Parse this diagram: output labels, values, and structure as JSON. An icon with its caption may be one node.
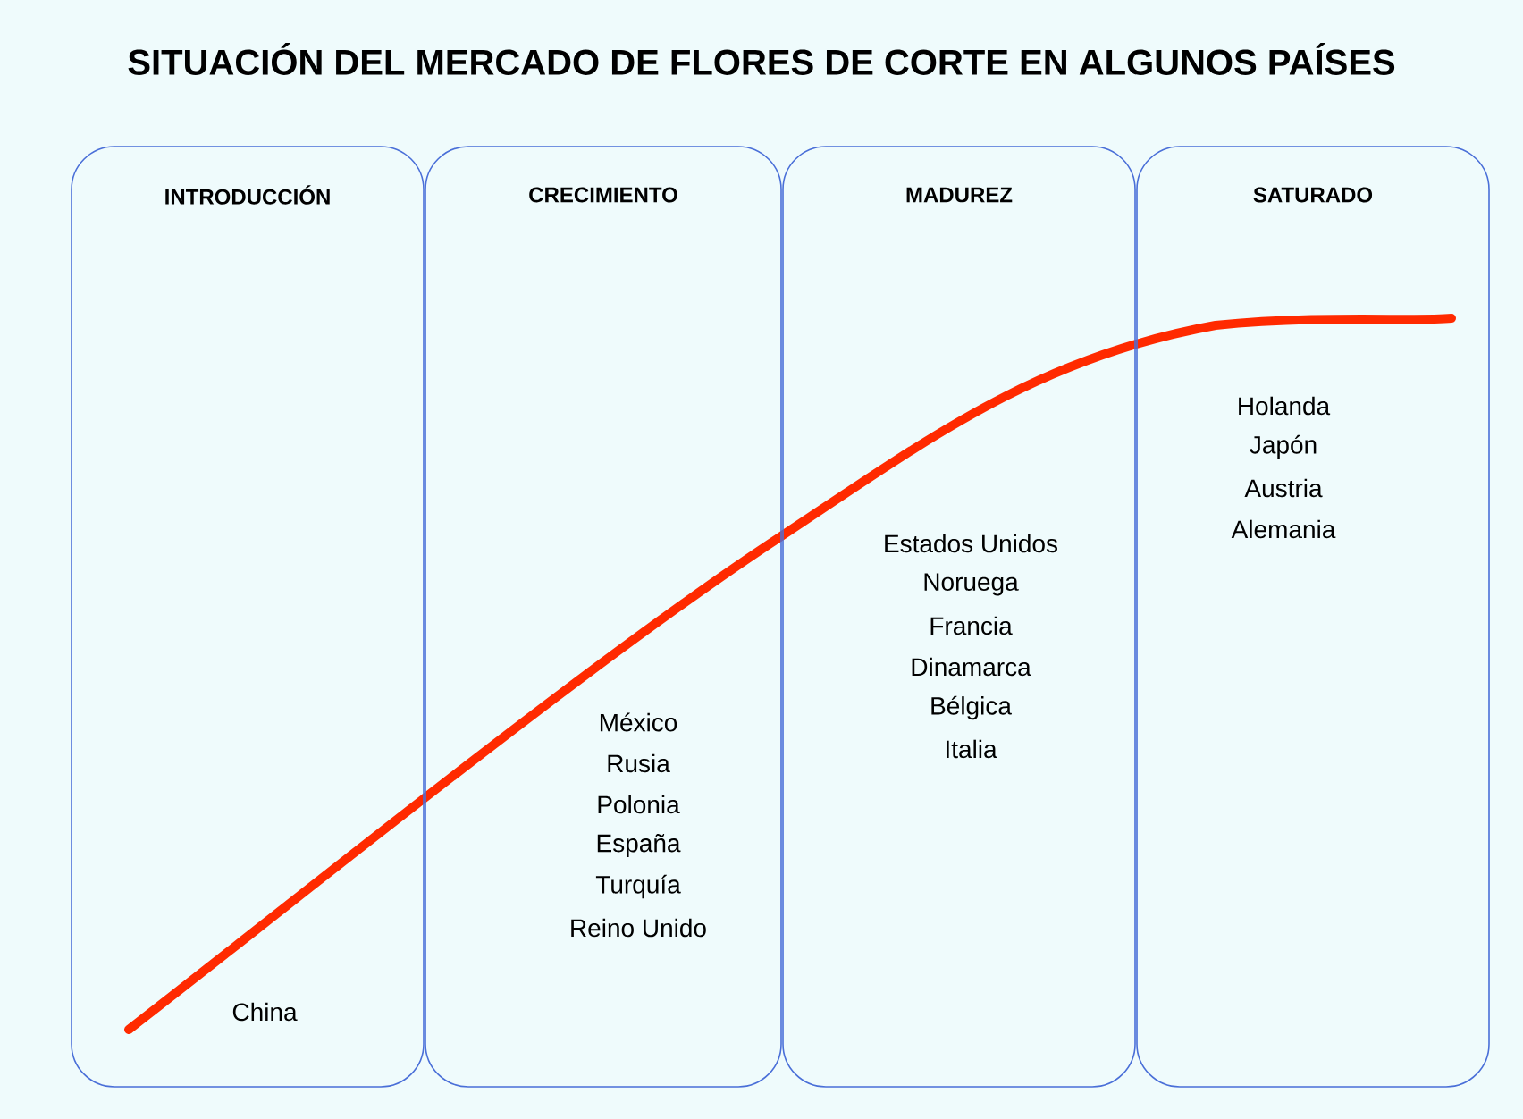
{
  "diagram": {
    "title": "SITUACIÓN DEL MERCADO DE FLORES DE CORTE EN ALGUNOS PAÍSES",
    "nodes": [
      {
        "text": [
          "INTRODUCCIÓN",
          "China"
        ]
      },
      {
        "text": [
          "CRECIMIENTO",
          "México",
          "Rusia",
          "Polonia",
          "España",
          "Turquía",
          "Reino Unido"
        ]
      },
      {
        "text": [
          "MADUREZ",
          "Estados Unidos",
          "Noruega",
          "Francia",
          "Dinamarca",
          "Bélgica",
          "Italia"
        ]
      },
      {
        "text": [
          "SATURADO",
          "Holanda",
          "Japón",
          "Austria",
          "Alemania"
        ]
      }
    ]
  }
}
